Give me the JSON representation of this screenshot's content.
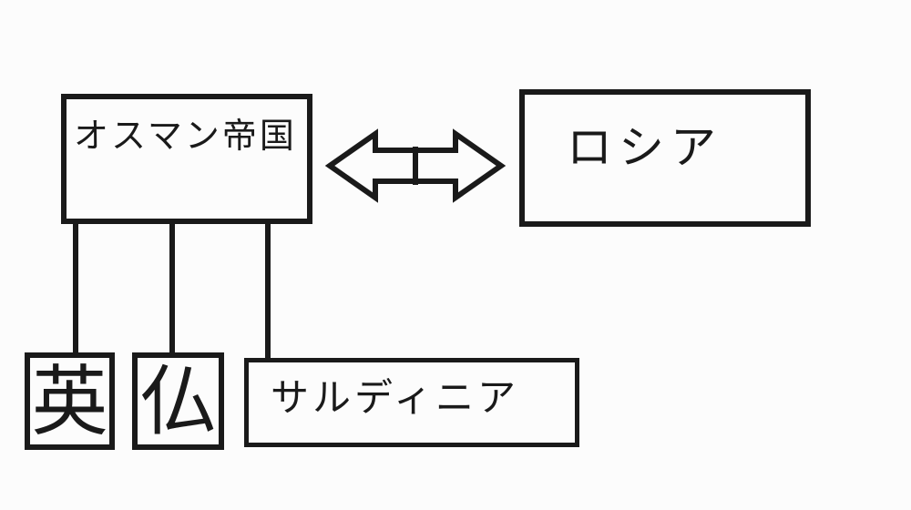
{
  "diagram": {
    "background_color": "#fcfcfc",
    "stroke_color": "#1a1a1a",
    "nodes": {
      "ottoman": {
        "label": "オスマン帝国"
      },
      "russia": {
        "label": "ロシア"
      },
      "britain": {
        "label": "英"
      },
      "france": {
        "label": "仏"
      },
      "sardinia": {
        "label": "サルディニア"
      }
    },
    "edges": [
      {
        "from": "ottoman",
        "to": "russia",
        "type": "double-headed-block-arrow"
      },
      {
        "from": "ottoman",
        "to": "britain",
        "type": "line"
      },
      {
        "from": "ottoman",
        "to": "france",
        "type": "line"
      },
      {
        "from": "ottoman",
        "to": "sardinia",
        "type": "line"
      }
    ]
  }
}
